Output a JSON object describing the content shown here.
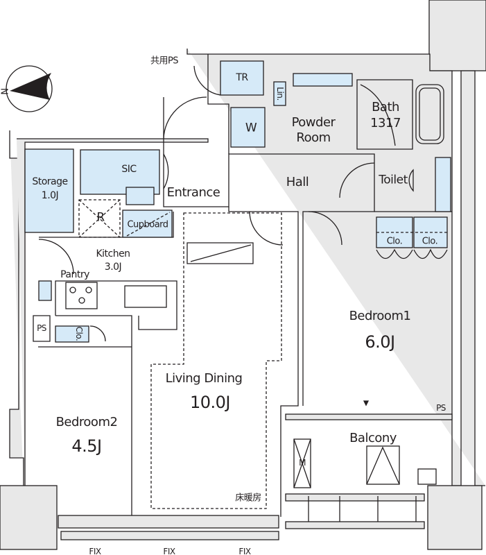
{
  "compass": {
    "label": "N"
  },
  "colors": {
    "storage_fill": "#d6eaf8",
    "wall_fill": "#e8e8e8",
    "line": "#231f20"
  },
  "rooms": {
    "shared_ps": "共用PS",
    "tr": "TR",
    "linen": "Lin.",
    "washer": "W",
    "powder_room": [
      "Powder",
      "Room"
    ],
    "bath": [
      "Bath",
      "1317"
    ],
    "storage": [
      "Storage",
      "1.0J"
    ],
    "sic": "SIC",
    "refrigerator": "R",
    "cupboard": "Cupboard",
    "entrance": "Entrance",
    "hall": "Hall",
    "toilet": "Toilet",
    "closet_1": "Clo.",
    "closet_2": "Clo.",
    "kitchen": [
      "Kitchen",
      "3.0J"
    ],
    "pantry": "Pantry",
    "ps_left": "PS",
    "closet_small": "Clo.",
    "bedroom1": [
      "Bedroom1",
      "6.0J"
    ],
    "living_dining": [
      "Living Dining",
      "10.0J"
    ],
    "floor_heating": "床暖房",
    "bedroom2": [
      "Bedroom2",
      "4.5J"
    ],
    "balcony": "Balcony",
    "ps_right": "PS",
    "ac_unit": "M",
    "fix_windows": [
      "FIX",
      "FIX",
      "FIX"
    ]
  }
}
